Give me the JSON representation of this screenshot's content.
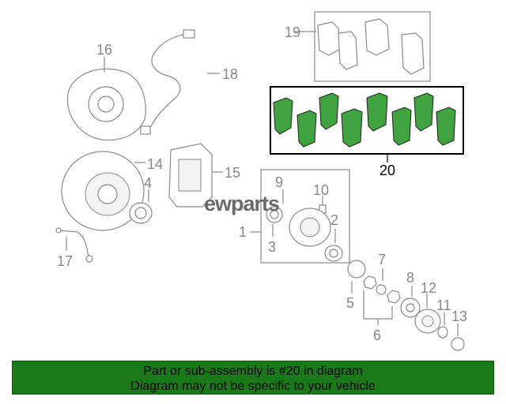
{
  "callouts": {
    "n1": "1",
    "n2": "2",
    "n3": "3",
    "n4": "4",
    "n5": "5",
    "n6": "6",
    "n7": "7",
    "n8": "8",
    "n9": "9",
    "n10": "10",
    "n11": "11",
    "n12": "12",
    "n13": "13",
    "n14": "14",
    "n15": "15",
    "n16": "16",
    "n17": "17",
    "n18": "18",
    "n19": "19",
    "n20": "20"
  },
  "highlighted_part": "20",
  "watermark": {
    "prefix": "ew",
    "suffix": "parts"
  },
  "banner": {
    "line1": "Part or sub-assembly is #20 in diagram",
    "line2": "Diagram may not be specific to your vehicle"
  },
  "colors": {
    "highlight_fill": "#3fa33f",
    "banner_bg": "#1a7a1a",
    "line_gray": "#8a8a8a"
  }
}
